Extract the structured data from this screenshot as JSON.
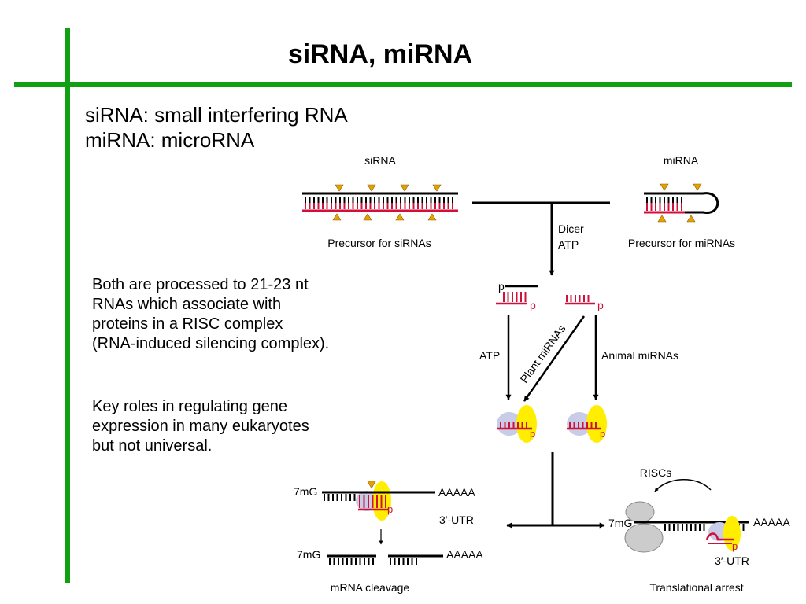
{
  "slide": {
    "title": "siRNA, miRNA",
    "definitions": [
      "siRNA: small interfering RNA",
      "miRNA: microRNA"
    ],
    "paragraphs": [
      [
        "Both are processed to 21-23 nt",
        "RNAs which associate with",
        "proteins in a RISC complex",
        "(RNA-induced silencing complex)."
      ],
      [
        "Key roles in regulating gene",
        "expression in many eukaryotes",
        "but not universal."
      ]
    ]
  },
  "diagram": {
    "sirna_label": "siRNA",
    "mirna_label": "miRNA",
    "sirna_precursor": "Precursor for siRNAs",
    "mirna_precursor": "Precursor for miRNAs",
    "dicer": "Dicer",
    "atp_1": "ATP",
    "atp_2": "ATP",
    "plant_mirnas": "Plant miRNAs",
    "animal_mirnas": "Animal miRNAs",
    "phosphate": "p",
    "cap_1": "7mG",
    "cap_2": "7mG",
    "cap_3": "7mG",
    "polya_1": "AAAAA",
    "polya_2": "AAAAA",
    "polya_3": "AAAAA",
    "utr_1": "3′-UTR",
    "utr_2": "3′-UTR",
    "riscs": "RISCs",
    "mrna_cleavage": "mRNA cleavage",
    "translational_arrest": "Translational arrest",
    "colors": {
      "red_strand": "#d0103a",
      "triangle": "#e8a200",
      "yellow": "#ffee00",
      "protein": "#c8cce6",
      "ribosome": "#cccccc",
      "accent": "#11a011"
    }
  }
}
